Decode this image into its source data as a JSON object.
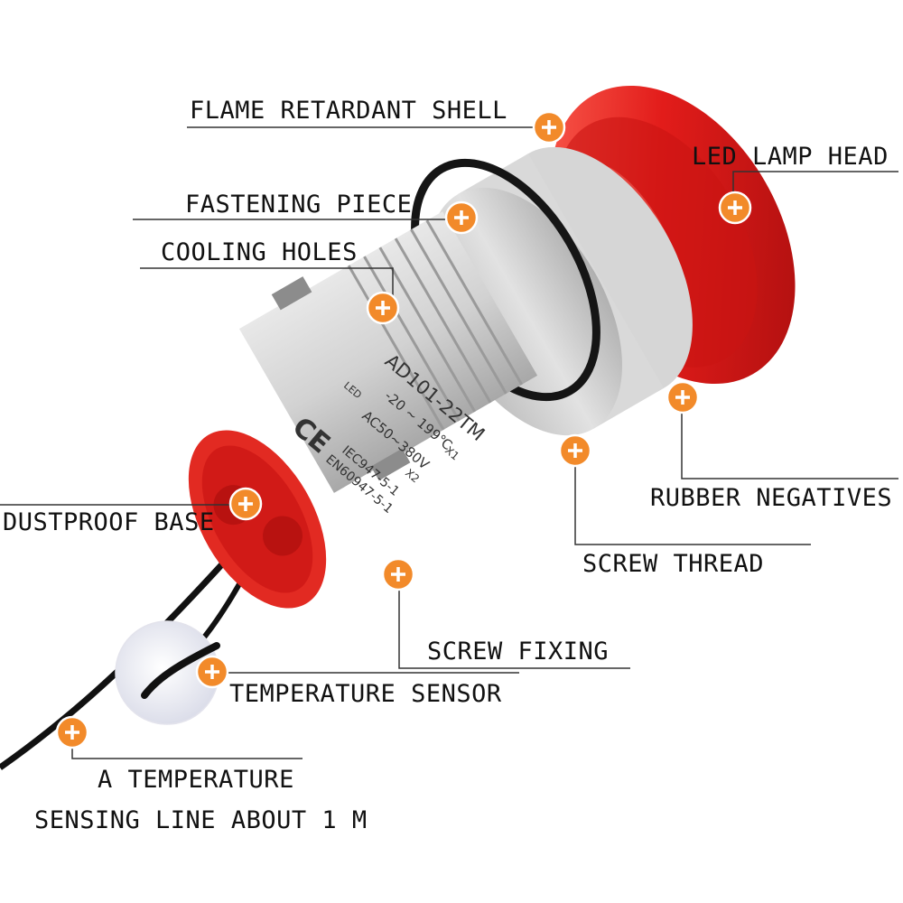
{
  "colors": {
    "accent": "#f28a2a",
    "lamp_red": "#e0201e",
    "housing": "#cfcfcf",
    "label_text": "#111111",
    "leader_line": "#333333"
  },
  "icons": {
    "callout": "plus-circle-icon"
  },
  "callouts": {
    "flame_shell": "FLAME RETARDANT SHELL",
    "led_head": "LED LAMP HEAD",
    "fastening": "FASTENING PIECE",
    "cooling": "COOLING HOLES",
    "rubber": "RUBBER NEGATIVES",
    "dustproof": "DUSTPROOF BASE",
    "screw_thread": "SCREW THREAD",
    "screw_fixing": "SCREW FIXING",
    "temp_sensor": "TEMPERATURE SENSOR",
    "sensing_line_1": "A TEMPERATURE",
    "sensing_line_2": "SENSING LINE ABOUT 1 M"
  },
  "product_print": {
    "model": "AD101-22TM",
    "led": "LED",
    "range": "-20 ~ 199℃",
    "voltage": "AC50~380V",
    "x1": "X1",
    "x2": "X2",
    "ce": "CE",
    "std1": "IEC947-5-1",
    "std2": "EN60947-5-1"
  }
}
